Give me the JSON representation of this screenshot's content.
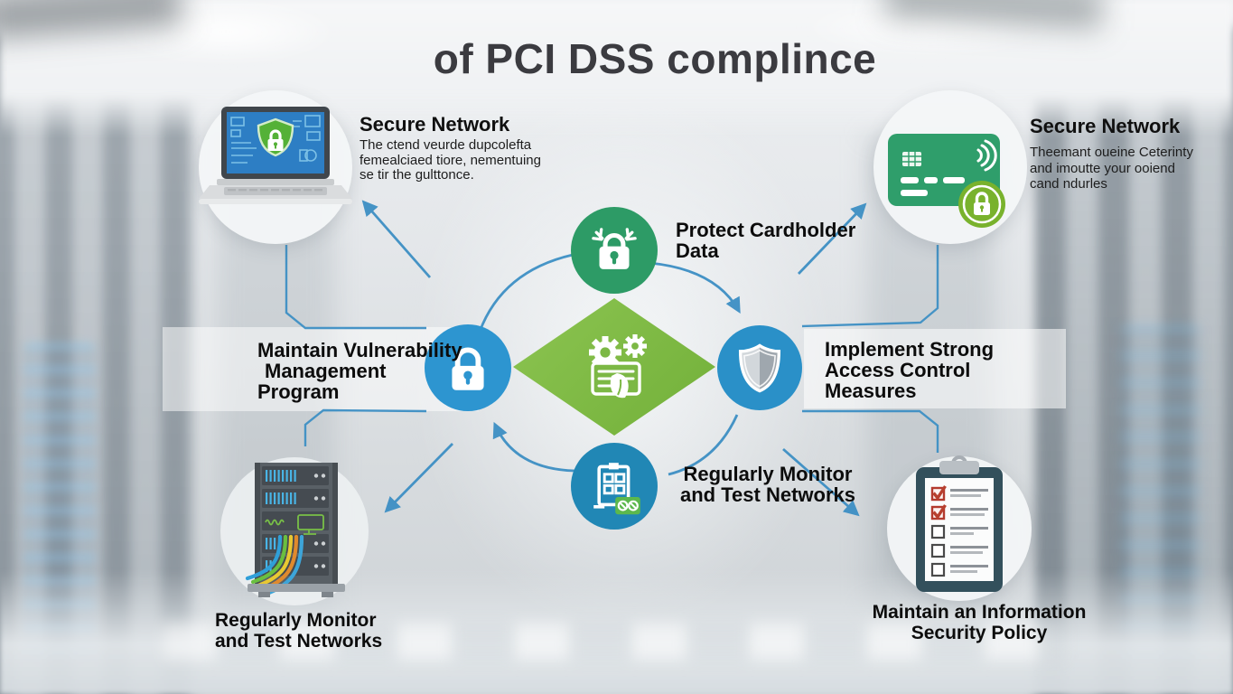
{
  "title": "of PCI DSS complince",
  "colors": {
    "arrow_blue": "#3d8fc4",
    "node_blue": "#2d95d0",
    "node_blue_dark": "#2187b5",
    "node_green": "#2d9b66",
    "diamond_green": "#7cb845",
    "badge_green": "#79b22d",
    "check_red": "#b33a2e"
  },
  "nodes": {
    "top_left": {
      "heading": "Secure Network",
      "lines": [
        "The ctend veurde dupcolefta",
        "femealciaed tiore, nementuing",
        "se tir  the gulttonce."
      ],
      "icon": "laptop-shield-icon"
    },
    "top_right": {
      "heading": "Secure Network",
      "lines": [
        "Theemant oueine Ceterinty",
        "and imoutte your ooiend",
        "cand ndurles"
      ],
      "icon": "credit-card-lock-icon"
    },
    "protect": {
      "lines": [
        "Protect Cardholder",
        "Data"
      ],
      "icon": "broken-lock-icon"
    },
    "vulnerability": {
      "lines": [
        "Maintain Vulnerability",
        "Management",
        "Program"
      ],
      "icon": "padlock-icon"
    },
    "access": {
      "lines": [
        "Implement Strong",
        "Access Control",
        "Measures"
      ],
      "icon": "shield-icon"
    },
    "monitor_center": {
      "lines": [
        "Regularly Monitor",
        "and Test Networks"
      ],
      "icon": "audit-window-icon"
    },
    "monitor_bottom": {
      "lines": [
        "Regularly Monitor",
        "and Test Networks"
      ],
      "icon": "server-rack-icon"
    },
    "policy": {
      "lines": [
        "Maintain an Information",
        "Security Policy"
      ],
      "icon": "checklist-clipboard-icon"
    },
    "process": {
      "icon": "gears-document-icon"
    }
  }
}
